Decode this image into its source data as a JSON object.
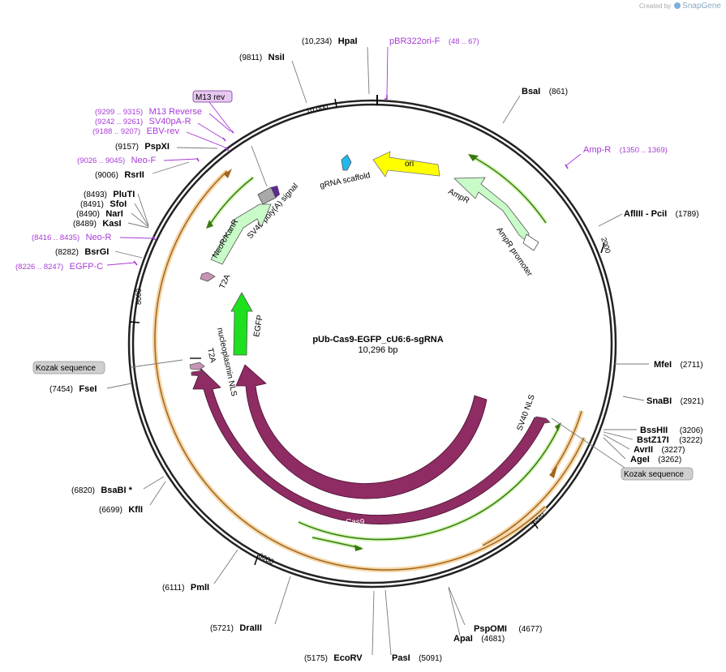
{
  "brand": {
    "created_by": "Created by",
    "product": "SnapGene"
  },
  "plasmid": {
    "name": "pUb-Cas9-EGFP_cU6:6-sgRNA",
    "length": "10,296 bp"
  },
  "ticks": [
    "2000",
    "4000",
    "6000",
    "8000",
    "10,000"
  ],
  "enzymes": [
    {
      "name": "HpaI",
      "pos": "(10,234)"
    },
    {
      "name": "NsiI",
      "pos": "(9811)"
    },
    {
      "name": "BsaI",
      "pos": "(861)"
    },
    {
      "name": "AflIII - PciI",
      "pos": "(1789)"
    },
    {
      "name": "MfeI",
      "pos": "(2711)"
    },
    {
      "name": "SnaBI",
      "pos": "(2921)"
    },
    {
      "name": "BssHII",
      "pos": "(3206)"
    },
    {
      "name": "BstZ17I",
      "pos": "(3222)"
    },
    {
      "name": "AvrII",
      "pos": "(3227)"
    },
    {
      "name": "AgeI",
      "pos": "(3262)"
    },
    {
      "name": "PspOMI",
      "pos": "(4677)"
    },
    {
      "name": "ApaI",
      "pos": "(4681)"
    },
    {
      "name": "PasI",
      "pos": "(5091)"
    },
    {
      "name": "EcoRV",
      "pos": "(5175)"
    },
    {
      "name": "DraIII",
      "pos": "(5721)"
    },
    {
      "name": "PmlI",
      "pos": "(6111)"
    },
    {
      "name": "KflI",
      "pos": "(6699)"
    },
    {
      "name": "BsaBI *",
      "pos": "(6820)"
    },
    {
      "name": "FseI",
      "pos": "(7454)"
    },
    {
      "name": "BsrGI",
      "pos": "(8282)"
    },
    {
      "name": "KasI",
      "pos": "(8489)"
    },
    {
      "name": "NarI",
      "pos": "(8490)"
    },
    {
      "name": "SfoI",
      "pos": "(8491)"
    },
    {
      "name": "PluTI",
      "pos": "(8493)"
    },
    {
      "name": "RsrII",
      "pos": "(9006)"
    },
    {
      "name": "PspXI",
      "pos": "(9157)"
    }
  ],
  "primers": [
    {
      "name": "pBR322ori-F",
      "pos": "(48 .. 67)"
    },
    {
      "name": "Amp-R",
      "pos": "(1350 .. 1369)"
    },
    {
      "name": "M13 Reverse",
      "pos": "(9299 .. 9315)"
    },
    {
      "name": "SV40pA-R",
      "pos": "(9242 .. 9261)"
    },
    {
      "name": "EBV-rev",
      "pos": "(9188 .. 9207)"
    },
    {
      "name": "Neo-F",
      "pos": "(9026 .. 9045)"
    },
    {
      "name": "Neo-R",
      "pos": "(8416 .. 8435)"
    },
    {
      "name": "EGFP-C",
      "pos": "(8226 .. 8247)"
    }
  ],
  "boxed_labels": {
    "m13_rev": "M13 rev",
    "kozak_left": "Kozak sequence",
    "kozak_right": "Kozak sequence"
  },
  "features": {
    "ori": "ori",
    "grna_scaffold": "gRNA scaffold",
    "sv40_polya": "SV40 poly(A) signal",
    "neokanr": "NeoR/KanR",
    "t2a_top": "T2A",
    "egfp": "EGFP",
    "nucleoplasmin_nls": "nucleoplasmin NLS",
    "t2a_mid": "T2A",
    "ampr": "AmpR",
    "ampr_promoter": "AmpR promoter",
    "sv40_nls": "SV40 NLS",
    "cas9_inner": "Cas9",
    "cas9_outer": "Cas9"
  },
  "colors": {
    "backbone": "#222222",
    "primer": "#a63bd6",
    "cas9": "#8e2c63",
    "neokanr": "#c8fbc8",
    "egfp": "#1ee01e",
    "ori": "#ffff00",
    "grna": "#22b8f0",
    "t2a": "#c894b4",
    "sv40": "#a9a9a9",
    "orange": "#e8a040",
    "green_track": "#4c9a1a",
    "kozak_box": "#cfcfcf",
    "m13_box": "#e6c8f0"
  }
}
